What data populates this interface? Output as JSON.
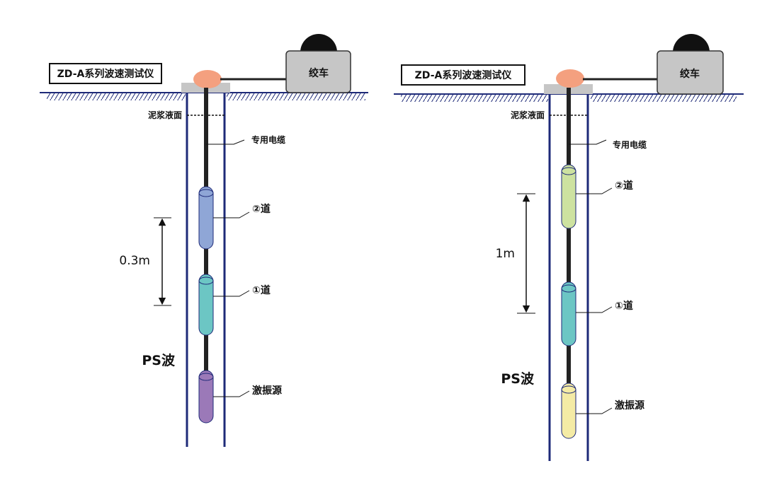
{
  "panels": [
    {
      "instrument_label": "ZD-A系列波速测试仪",
      "winch_label": "绞车",
      "mud_level_label": "泥浆液面",
      "cable_label": "专用电缆",
      "channel2_label": "②道",
      "channel1_label": "①道",
      "source_label": "激振源",
      "spacing_label": "0.3m",
      "wave_label": "PS波",
      "colors": {
        "channel2": "#8fa6d6",
        "channel1": "#6cc6c4",
        "source": "#9b79b8"
      }
    },
    {
      "instrument_label": "ZD-A系列波速测试仪",
      "winch_label": "绞车",
      "mud_level_label": "泥浆液面",
      "cable_label": "专用电缆",
      "channel2_label": "②道",
      "channel1_label": "①道",
      "source_label": "激振源",
      "spacing_label": "1m",
      "wave_label": "PS波",
      "colors": {
        "channel2": "#cde2a0",
        "channel1": "#6cc6c4",
        "source": "#f4eba5"
      }
    }
  ],
  "colors": {
    "borehole_wall": "#1e2a78",
    "ground_line": "#1e2a78",
    "winch_body": "#c6c6c6",
    "winch_drum": "#111111",
    "sensor_head": "#f4a07f",
    "cable": "#222222"
  }
}
